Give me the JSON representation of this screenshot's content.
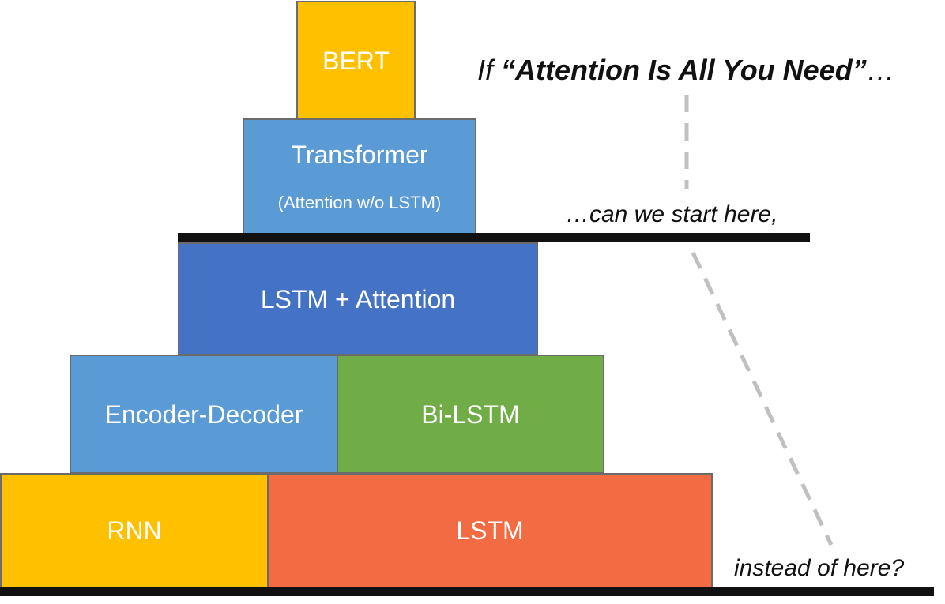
{
  "blocks": {
    "bert": "BERT",
    "transformer": "Transformer",
    "transformer_sub": "(Attention w/o LSTM)",
    "lstm_attention": "LSTM + Attention",
    "encoder_decoder": "Encoder-Decoder",
    "bi_lstm": "Bi-LSTM",
    "rnn": "RNN",
    "lstm": "LSTM"
  },
  "notes": {
    "if_prefix": "If ",
    "attention_title": "“Attention Is All You Need”",
    "ellipsis": "…",
    "start_here": "…can we start here,",
    "instead_here": "instead of here?"
  },
  "colors": {
    "yellow": "#ffc000",
    "light_blue": "#5b9bd5",
    "blue": "#4472c4",
    "green": "#70ad47",
    "orange": "#f26b43",
    "bar": "#111111",
    "dash": "#c0c0c0"
  }
}
